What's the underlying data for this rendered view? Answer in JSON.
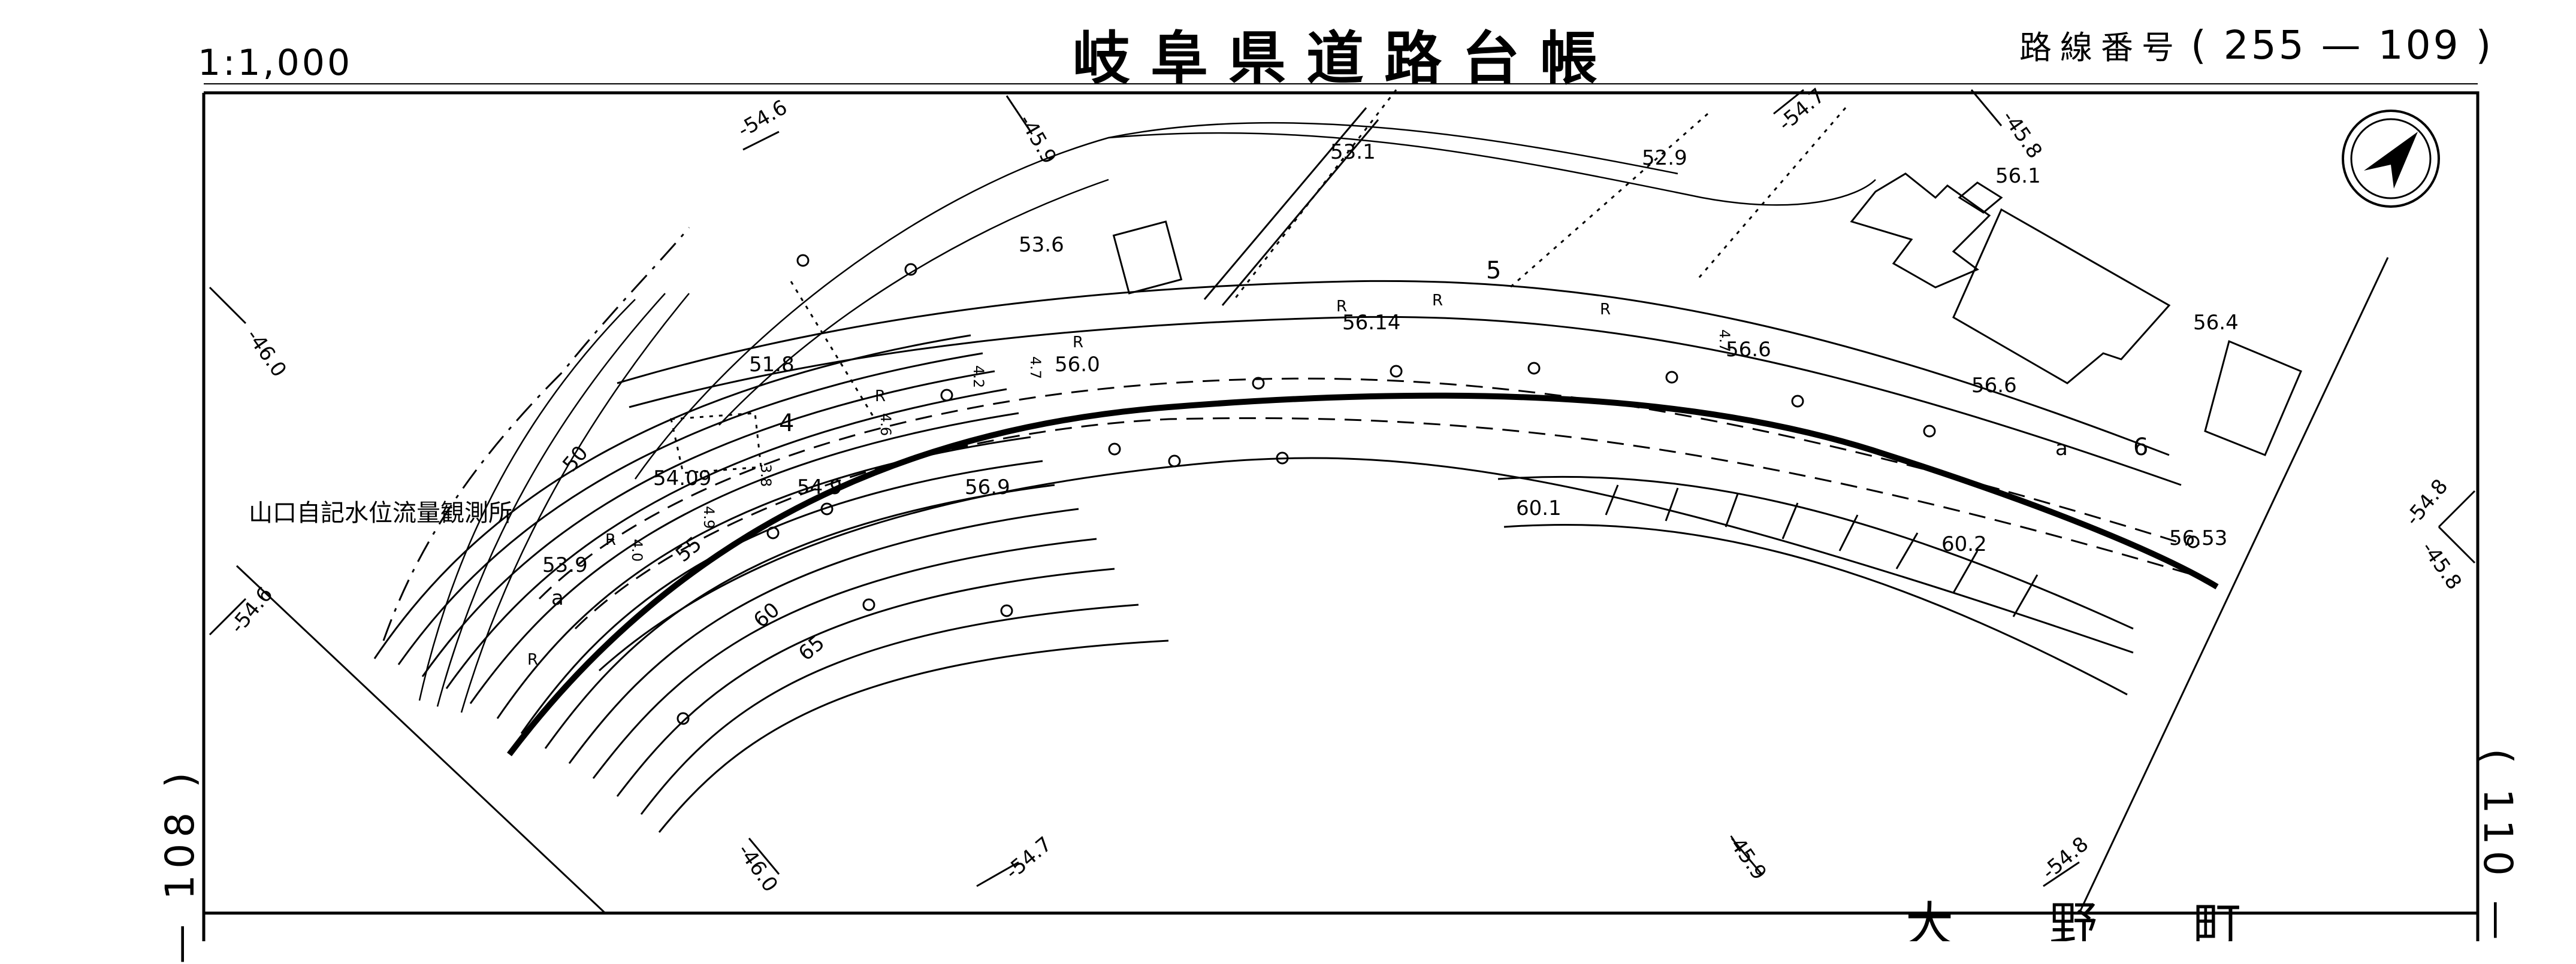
{
  "header": {
    "scale": "1:1,000",
    "title": "岐阜県道路台帳",
    "route_label": "路線番号",
    "route_number": "( 255 — 109 )"
  },
  "sheets": {
    "left_adjacent": "— 108 )",
    "right_adjacent": "( 110 —"
  },
  "map_labels": {
    "station": "山口自記水位流量観測所",
    "place_name": "大　　野　　町",
    "elevations": [
      "53.1",
      "52.9",
      "56.1",
      "53.6",
      "56.14",
      "56.6",
      "56.0",
      "51.8",
      "56.6",
      "56.4",
      "54.09",
      "54.9",
      "56.9",
      "60.1",
      "60.2",
      "56.53",
      "53.9"
    ],
    "grid_coords": [
      "-54.6",
      "-45.9",
      "-54.7",
      "-45.8",
      "-46.0",
      "-54.6",
      "-46.0",
      "-54.7",
      "-45.9",
      "-54.8",
      "-54.8",
      "-45.8"
    ],
    "contours": [
      "50",
      "55",
      "60",
      "65",
      "4",
      "5",
      "6"
    ],
    "road_marks": [
      "R",
      "R",
      "R",
      "R",
      "R",
      "R",
      "R",
      "a",
      "a",
      "4.6",
      "4.2",
      "4.7",
      "4.7",
      "3.8",
      "4.9",
      "4.0"
    ]
  },
  "icons": {
    "north_arrow": "north-arrow-icon"
  }
}
